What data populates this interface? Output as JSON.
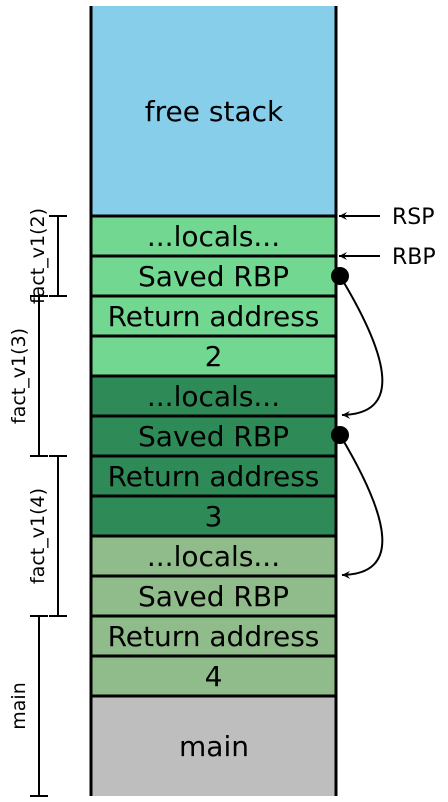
{
  "colors": {
    "free": "#87ceeb",
    "frame_v1_2": "#72d891",
    "frame_v1_3": "#2e8b57",
    "frame_v1_4": "#8fbc8a",
    "main": "#bebebe",
    "stroke": "#000000"
  },
  "stack": {
    "free": "free stack",
    "cells": [
      {
        "label": "...locals...",
        "frame": "frame_v1_2"
      },
      {
        "label": "Saved RBP",
        "frame": "frame_v1_2"
      },
      {
        "label": "Return address",
        "frame": "frame_v1_2"
      },
      {
        "label": "2",
        "frame": "frame_v1_2"
      },
      {
        "label": "...locals...",
        "frame": "frame_v1_3"
      },
      {
        "label": "Saved RBP",
        "frame": "frame_v1_3"
      },
      {
        "label": "Return address",
        "frame": "frame_v1_3"
      },
      {
        "label": "3",
        "frame": "frame_v1_3"
      },
      {
        "label": "...locals...",
        "frame": "frame_v1_4"
      },
      {
        "label": "Saved RBP",
        "frame": "frame_v1_4"
      },
      {
        "label": "Return address",
        "frame": "frame_v1_4"
      },
      {
        "label": "4",
        "frame": "frame_v1_4"
      }
    ],
    "main": "main"
  },
  "registers": {
    "rsp": "RSP",
    "rbp": "RBP"
  },
  "frames": {
    "v1_2": "fact_v1(2)",
    "v1_3": "fact_v1(3)",
    "v1_4": "fact_v1(4)",
    "main": "main"
  }
}
